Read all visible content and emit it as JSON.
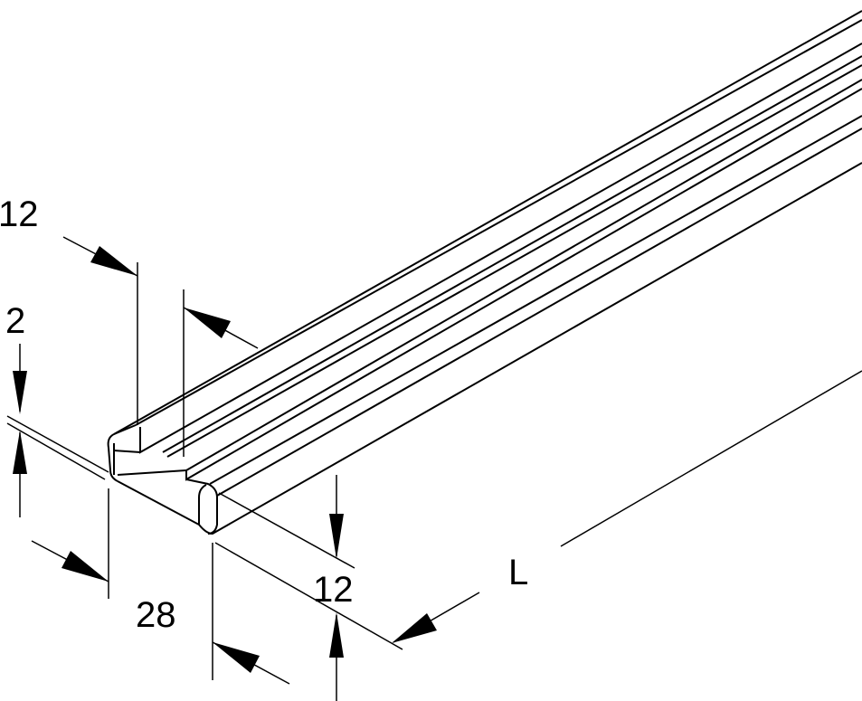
{
  "dimensions": {
    "flange_width": "12",
    "thickness": "2",
    "width": "28",
    "height": "12",
    "length": "L"
  }
}
